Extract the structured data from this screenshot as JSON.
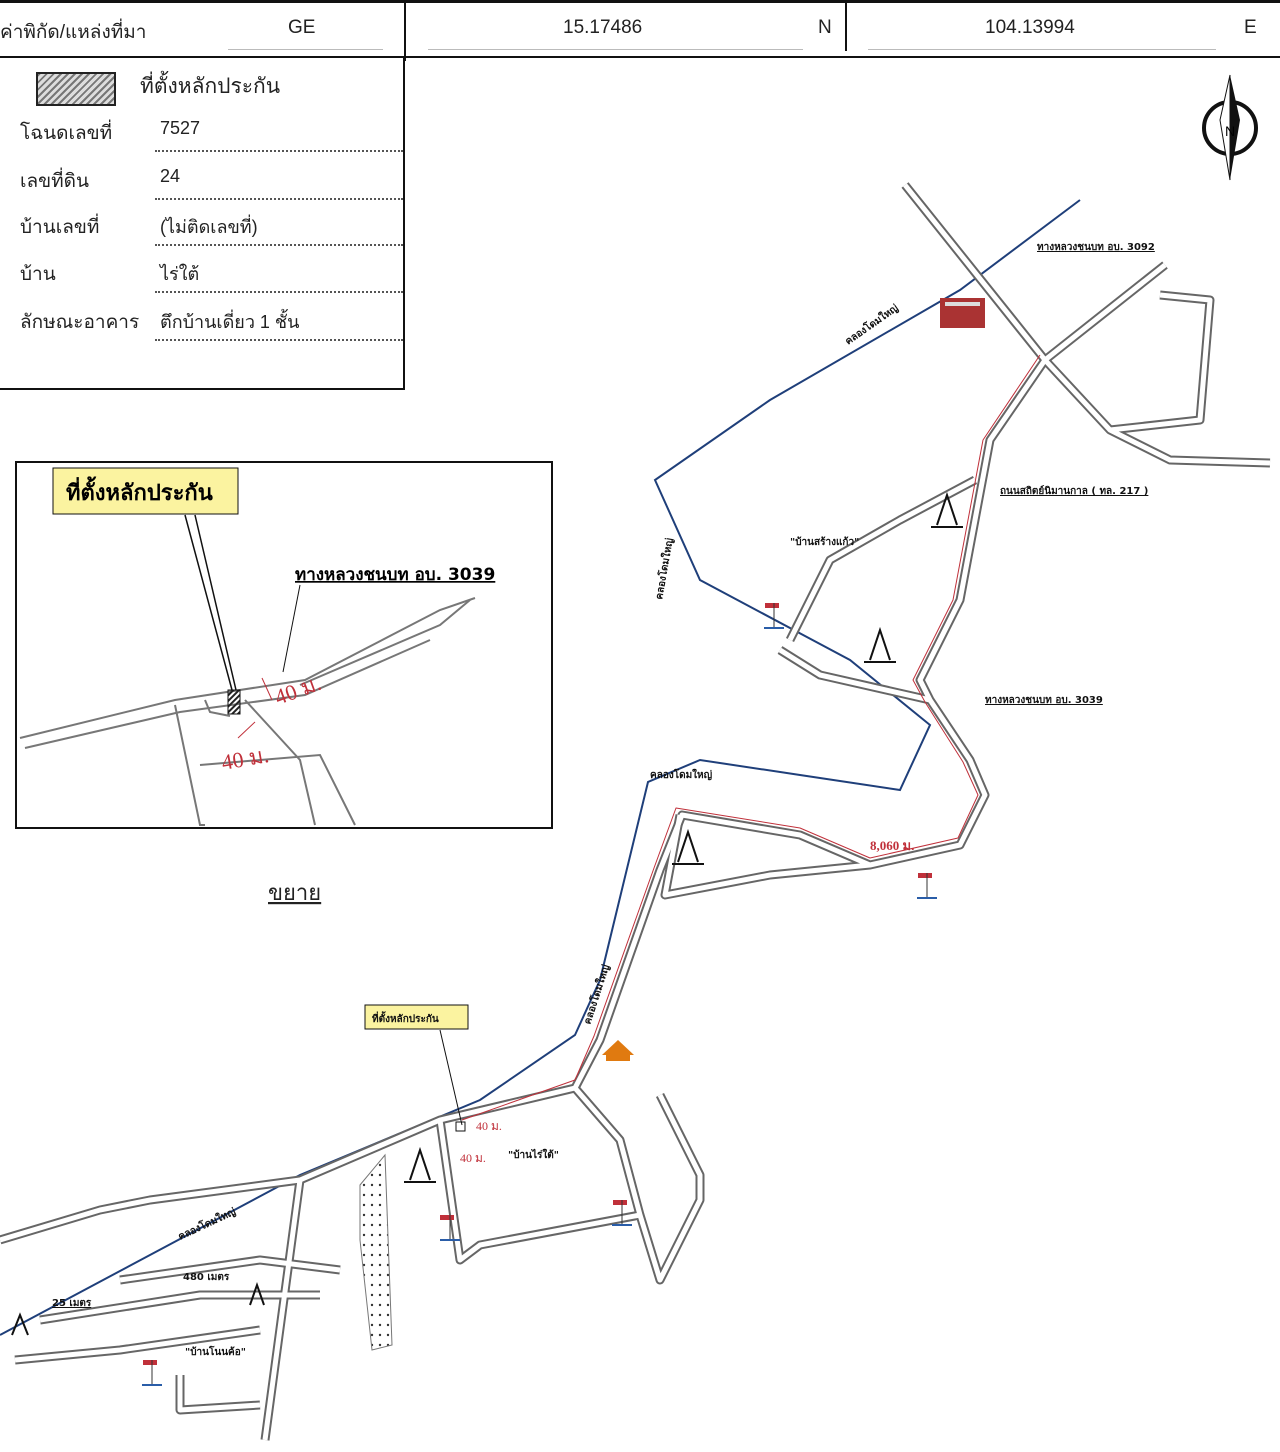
{
  "header": {
    "coord_label": "ค่าพิกัด/แหล่งที่มา",
    "source": "GE",
    "latitude": "15.17486",
    "lat_dir": "N",
    "longitude": "104.13994",
    "lon_dir": "E"
  },
  "legend": {
    "collateral_location": "ที่ตั้งหลักประกัน"
  },
  "info": [
    {
      "label": "โฉนดเลขที่",
      "value": "7527"
    },
    {
      "label": "เลขที่ดิน",
      "value": "24"
    },
    {
      "label": "บ้านเลขที่",
      "value": "(ไม่ติดเลขที่)"
    },
    {
      "label": "บ้าน",
      "value": "ไร่ใต้"
    },
    {
      "label": "ลักษณะอาคาร",
      "value": "ตึกบ้านเดี่ยว 1 ชั้น"
    }
  ],
  "compass": {
    "north": "N"
  },
  "inset": {
    "title": "ที่ตั้งหลักประกัน",
    "road": "ทางหลวงชนบท อบ. 3039",
    "dist1": "40 ม.",
    "dist2": "40 ม.",
    "caption": "ขยาย"
  },
  "map": {
    "canal": "คลองโดมใหญ่",
    "road_3092": "ทางหลวงชนบท อบ. 3092",
    "road_217": "ถนนสถิตย์นิมานกาล ( ทล. 217 )",
    "road_3039": "ทางหลวงชนบท อบ. 3039",
    "route_distance": "8,060 ม.",
    "collateral": "ที่ตั้งหลักประกัน",
    "dist1": "40 ม.",
    "dist2": "40 ม.",
    "village_raitai": "\"บ้านไร่ใต้\"",
    "village_sangkaew": "\"บ้านสร้างแก้ว\"",
    "village_nonkho": "\"บ้านโนนค้อ\"",
    "dist_480": "480 เมตร",
    "dist_25": "25 เมตร"
  },
  "colors": {
    "canal": "#1f3f7a",
    "route": "#c0303a",
    "callout": "#fbf3a0"
  }
}
